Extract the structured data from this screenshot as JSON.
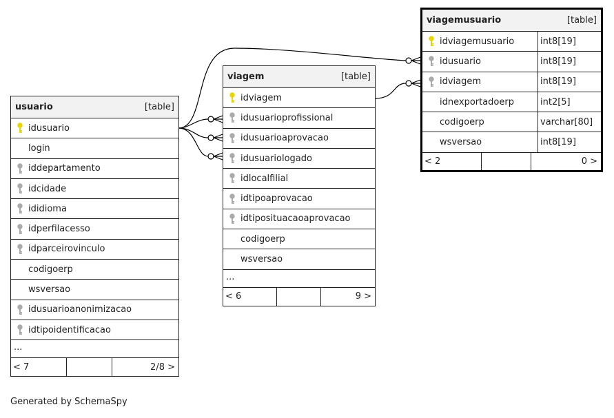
{
  "tables": {
    "usuario": {
      "name": "usuario",
      "type": "[table]",
      "columns": [
        {
          "name": "idusuario",
          "key": "pk"
        },
        {
          "name": "login",
          "key": ""
        },
        {
          "name": "iddepartamento",
          "key": "fk"
        },
        {
          "name": "idcidade",
          "key": "fk"
        },
        {
          "name": "ididioma",
          "key": "fk"
        },
        {
          "name": "idperfilacesso",
          "key": "fk"
        },
        {
          "name": "idparceirovinculo",
          "key": "fk"
        },
        {
          "name": "codigoerp",
          "key": ""
        },
        {
          "name": "wsversao",
          "key": ""
        },
        {
          "name": "idusuarioanonimizacao",
          "key": "fk"
        },
        {
          "name": "idtipoidentificacao",
          "key": "fk"
        }
      ],
      "ellipsis": "...",
      "footer": {
        "left": "< 7",
        "right": "2/8 >"
      }
    },
    "viagem": {
      "name": "viagem",
      "type": "[table]",
      "columns": [
        {
          "name": "idviagem",
          "key": "pk"
        },
        {
          "name": "idusuarioprofissional",
          "key": "fk"
        },
        {
          "name": "idusuarioaprovacao",
          "key": "fk"
        },
        {
          "name": "idusuariologado",
          "key": "fk"
        },
        {
          "name": "idlocalfilial",
          "key": "fk"
        },
        {
          "name": "idtipoaprovacao",
          "key": "fk"
        },
        {
          "name": "idtiposituacaoaprovacao",
          "key": "fk"
        },
        {
          "name": "codigoerp",
          "key": ""
        },
        {
          "name": "wsversao",
          "key": ""
        }
      ],
      "ellipsis": "...",
      "footer": {
        "left": "< 6",
        "right": "9 >"
      }
    },
    "viagemusuario": {
      "name": "viagemusuario",
      "type": "[table]",
      "columns": [
        {
          "name": "idviagemusuario",
          "type": "int8[19]",
          "key": "pk"
        },
        {
          "name": "idusuario",
          "type": "int8[19]",
          "key": "fk"
        },
        {
          "name": "idviagem",
          "type": "int8[19]",
          "key": "fk"
        },
        {
          "name": "idnexportadoerp",
          "type": "int2[5]",
          "key": ""
        },
        {
          "name": "codigoerp",
          "type": "varchar[80]",
          "key": ""
        },
        {
          "name": "wsversao",
          "type": "int8[19]",
          "key": ""
        }
      ],
      "footer": {
        "left": "< 2",
        "right": "0 >"
      }
    }
  },
  "footer_text": "Generated by SchemaSpy",
  "colors": {
    "pk_key": "#e8d400",
    "fk_key": "#aaaaaa",
    "header_bg": "#f2f2f2"
  }
}
